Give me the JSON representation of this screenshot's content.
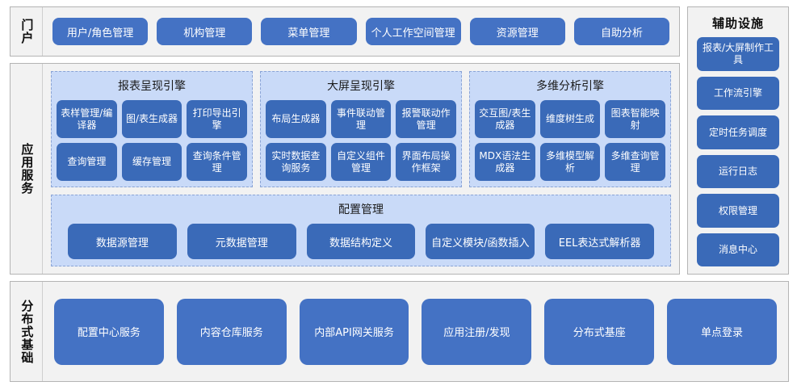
{
  "diagram": {
    "title": "",
    "colors": {
      "button_primary": "#4472c4",
      "button_secondary": "#3a6ab8",
      "group_background": "#c9daf8",
      "band_background": "#f2f2f2",
      "band_border": "#b4b4b4",
      "group_border_dashed": "#8aa4d6",
      "text_light": "#ffffff",
      "text_dark": "#0d0d0d"
    }
  },
  "portal": {
    "label": "门户",
    "items": [
      "用户/角色管理",
      "机构管理",
      "菜单管理",
      "个人工作空间管理",
      "资源管理",
      "自助分析"
    ]
  },
  "app_services": {
    "label": "应用服务",
    "engines": [
      {
        "title": "报表呈现引擎",
        "items": [
          "表样管理/编译器",
          "图/表生成器",
          "打印导出引擎",
          "查询管理",
          "缓存管理",
          "查询条件管理"
        ]
      },
      {
        "title": "大屏呈现引擎",
        "items": [
          "布局生成器",
          "事件联动管理",
          "报警联动作管理",
          "实时数据查询服务",
          "自定义组件管理",
          "界面布局操作框架"
        ]
      },
      {
        "title": "多维分析引擎",
        "items": [
          "交互图/表生成器",
          "维度树生成",
          "图表智能映射",
          "MDX语法生成器",
          "多维模型解析",
          "多维查询管理"
        ]
      }
    ],
    "config": {
      "title": "配置管理",
      "items": [
        "数据源管理",
        "元数据管理",
        "数据结构定义",
        "自定义模块/函数插入",
        "EEL表达式解析器"
      ]
    }
  },
  "aux_facilities": {
    "label": "辅助设施",
    "items": [
      "报表/大屏制作工具",
      "工作流引擎",
      "定时任务调度",
      "运行日志",
      "权限管理",
      "消息中心"
    ]
  },
  "distributed_base": {
    "label": "分布式基础",
    "items": [
      "配置中心服务",
      "内容仓库服务",
      "内部API网关服务",
      "应用注册/发现",
      "分布式基座",
      "单点登录"
    ]
  }
}
